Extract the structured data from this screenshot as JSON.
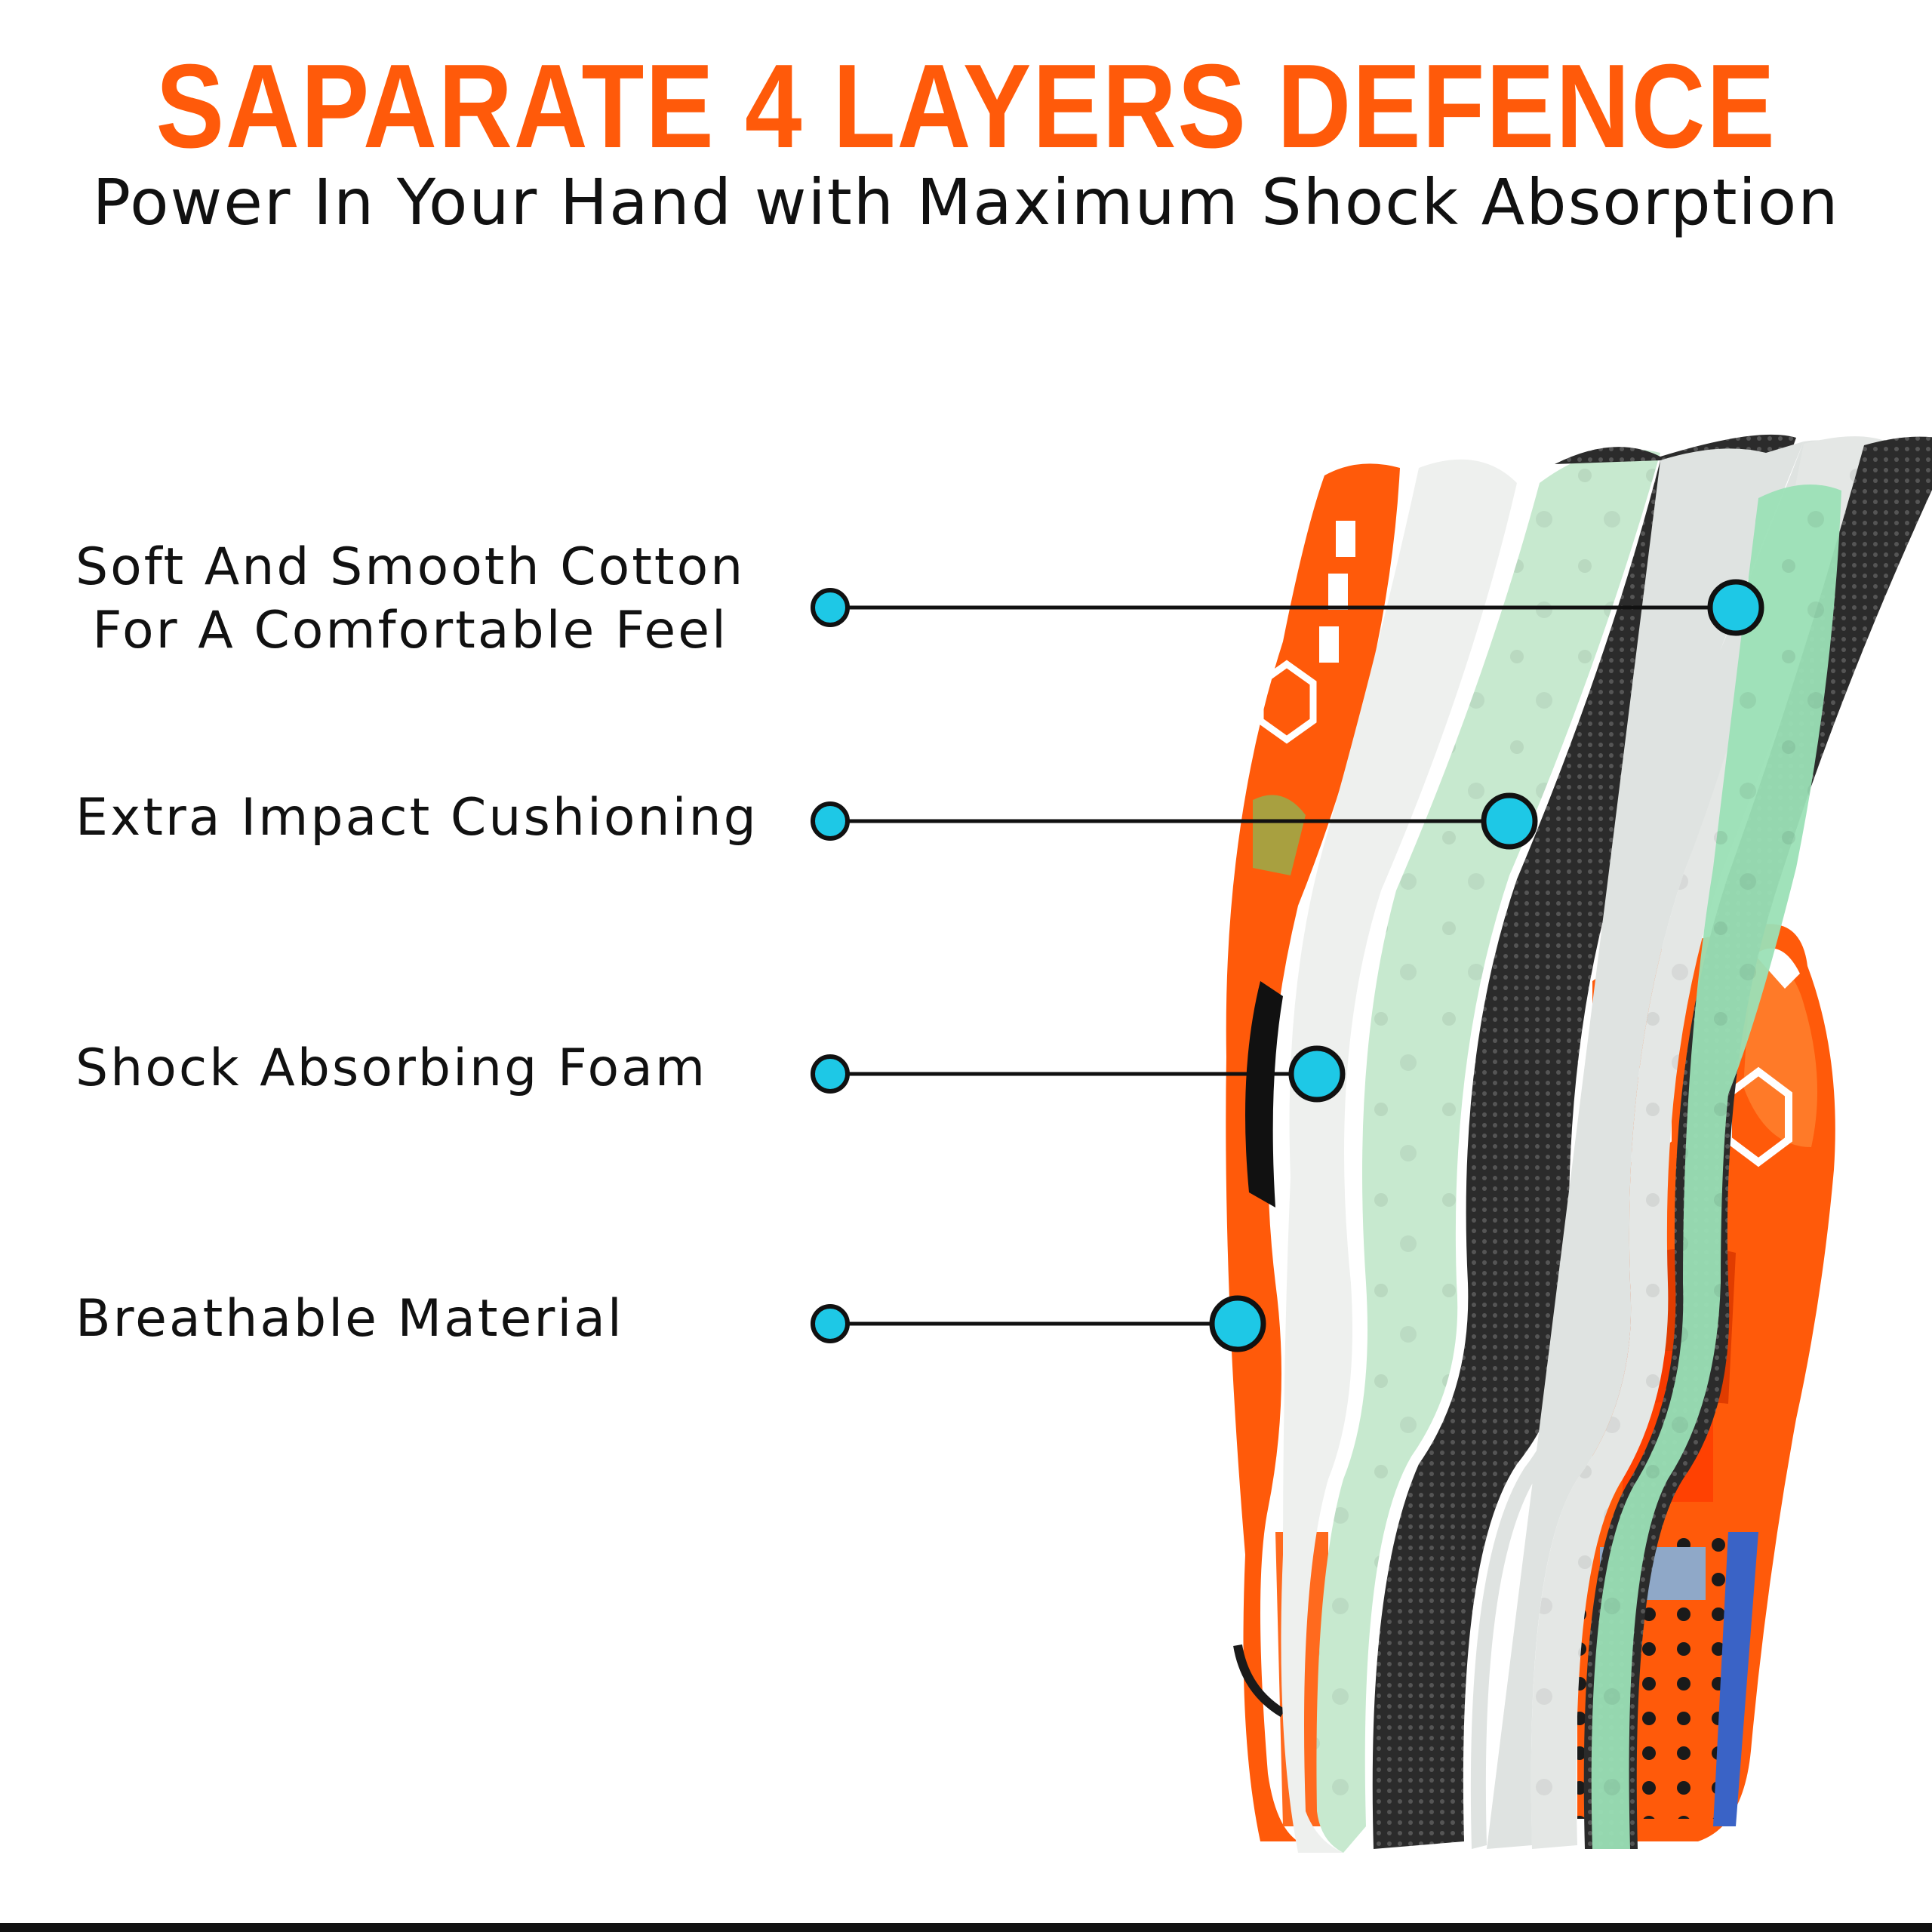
{
  "headline": "SAPARATE 4 LAYERS DEFENCE",
  "subheadline": "Power In Your Hand with Maximum Shock Absorption",
  "features": [
    {
      "lines": [
        "Soft And Smooth Cotton",
        "For A Comfortable Feel"
      ]
    },
    {
      "lines": [
        "Extra Impact Cushioning"
      ]
    },
    {
      "lines": [
        "Shock Absorbing Foam"
      ]
    },
    {
      "lines": [
        "Breathable Material"
      ]
    }
  ],
  "colors": {
    "headline": "#ff5a0a",
    "text": "#111111",
    "marker": "#1ec8e6",
    "glove_orange": "#ff5a0a",
    "layer_green": "#a6e7bf",
    "layer_white": "#e8ece9",
    "layer_black": "#2a2a2a"
  },
  "icons": [
    "callout-dot-icon",
    "layer-marker-icon",
    "gloves-cross-section-image"
  ]
}
